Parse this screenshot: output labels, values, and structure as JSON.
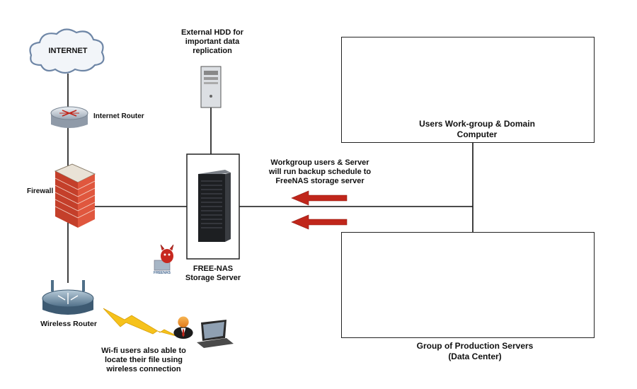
{
  "labels": {
    "internet": "INTERNET",
    "internet_router": "Internet Router",
    "firewall": "Firewall",
    "wireless_router": "Wireless Router",
    "wifi_users": [
      "Wi-fi users also able to",
      "locate their file using",
      "wireless connection"
    ],
    "external_hdd": [
      "External HDD for",
      "important data",
      "replication"
    ],
    "freenas_server": [
      "FREE-NAS",
      "Storage Server"
    ],
    "freenas_logo": "FREENAS",
    "backup_note": [
      "Workgroup users & Server",
      "will run backup schedule to",
      "FreeNAS storage server"
    ],
    "users_group": [
      "Users Work-group & Domain",
      "Computer"
    ],
    "production_group": [
      "Group of Production Servers",
      "(Data Center)"
    ]
  },
  "icons": {
    "cloud": "cloud-icon",
    "router": "router-icon",
    "firewall": "brick-firewall-icon",
    "wireless_router": "wireless-router-icon",
    "laptop": "laptop-icon",
    "user": "user-icon",
    "desktop": "desktop-computer-icon",
    "tower": "tower-pc-icon",
    "nas": "nas-rack-icon",
    "server": "server-icon",
    "windows": "windows-logo-icon",
    "linux": "linux-tux-icon",
    "apple": "apple-logo-icon",
    "freebsd": "freebsd-daemon-icon",
    "arrow": "left-arrow-icon",
    "lightning": "lightning-bolt-icon"
  },
  "colors": {
    "arrow": "#c0261b",
    "firewall_brick": "#d9543a",
    "user_head": "#f2a23a",
    "lightning": "#f6c21b",
    "screen": "#5aa0e6"
  }
}
